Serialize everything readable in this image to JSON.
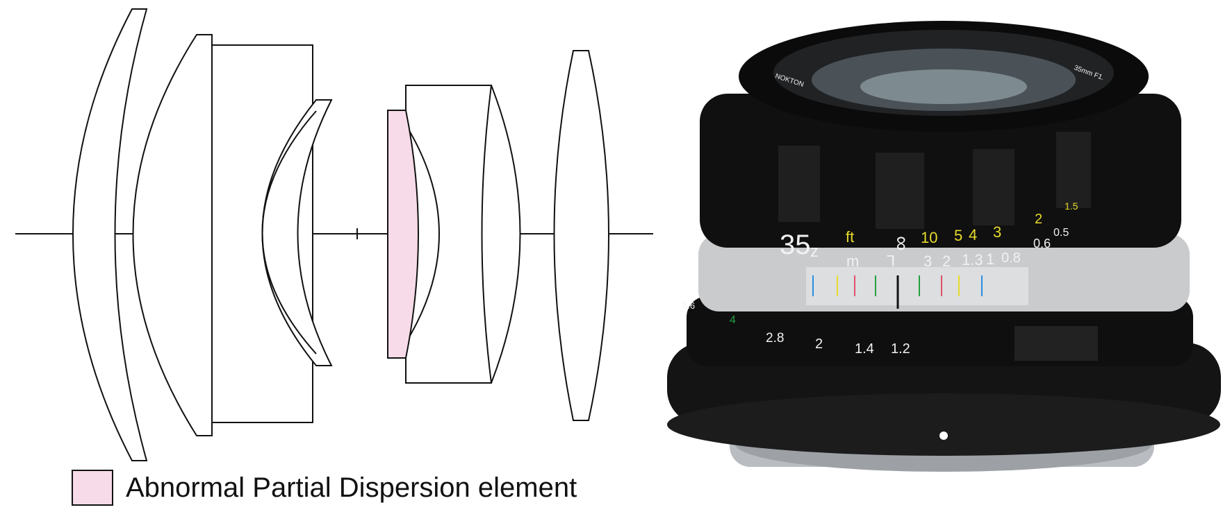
{
  "legend": {
    "label": "Abnormal Partial Dispersion element",
    "swatch_color": "#f7dbe8"
  },
  "lens_markings": {
    "brand": "NOKTON",
    "model": "35mm F1.",
    "focal": "35",
    "mount_letter": "z",
    "feet_unit": "ft",
    "meter_unit": "m",
    "infinity": "∞",
    "infrared_mark": "L",
    "feet_scale": [
      "10",
      "5",
      "4",
      "3",
      "2",
      "1.5"
    ],
    "meter_scale": [
      "3",
      "2",
      "1.3",
      "1",
      "0.8",
      "0.6",
      "0.5"
    ],
    "aperture_scale": [
      "5.6",
      "4",
      "2.8",
      "2",
      "1.4",
      "1.2"
    ],
    "dof_colors": [
      "#2a8ee0",
      "#e8dc2a",
      "#e0506a",
      "#22a040",
      "#111111",
      "#22a040",
      "#e0506a",
      "#e8dc2a",
      "#2a8ee0"
    ]
  }
}
